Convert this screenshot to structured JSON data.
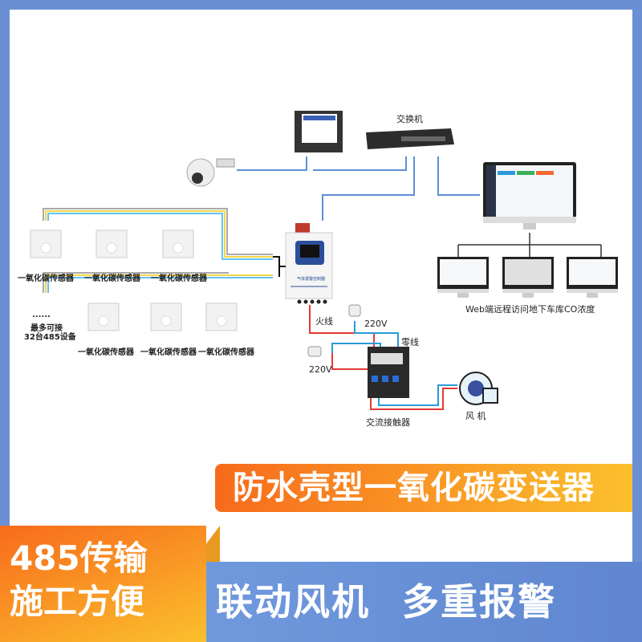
{
  "diagram": {
    "switch_label": "交换机",
    "sensor_label": "一氧化碳传感器",
    "more_dots": "......",
    "max_devices_line1": "最多可接",
    "max_devices_line2": "32台485设备",
    "web_label": "Web端远程访问地下车库CO浓度",
    "live_wire": "火线",
    "neutral_wire": "零线",
    "voltage_top": "220V",
    "voltage_left": "220V",
    "contactor_label": "交流接触器",
    "fan_label": "风 机",
    "controller_label": "气体报警控制器"
  },
  "banner": {
    "title": "防水壳型一氧化碳变送器",
    "left_line1": "485传输",
    "left_line2": "施工方便",
    "feature1": "联动风机",
    "feature2": "多重报警"
  },
  "colors": {
    "border": "#6a8fd4",
    "orange": "#f76b1c",
    "yellow": "#fbc02d",
    "cable": "#5b8fd6",
    "live": "#e53935",
    "neutral": "#2a9ad8"
  }
}
